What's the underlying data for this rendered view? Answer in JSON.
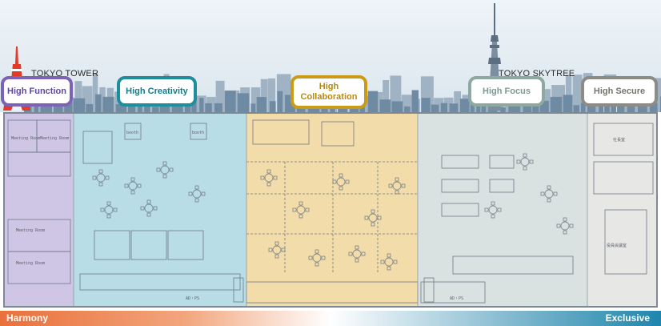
{
  "landmarks": {
    "tower": "TOKYO TOWER",
    "skytree": "TOKYO SKYTREE"
  },
  "zones": [
    {
      "id": "function",
      "label": "High Function",
      "color": "#7c63b8"
    },
    {
      "id": "creativity",
      "label": "High Creativity",
      "color": "#1f8e9c"
    },
    {
      "id": "collaboration",
      "label": "High Collaboration",
      "color": "#c99b17"
    },
    {
      "id": "focus",
      "label": "High Focus",
      "color": "#8ea99f"
    },
    {
      "id": "secure",
      "label": "High Secure",
      "color": "#8d8b86"
    }
  ],
  "spectrum": {
    "left": "Harmony",
    "right": "Exclusive",
    "left_color": "#e9703a",
    "right_color": "#1f86ad"
  },
  "rooms": {
    "function": [
      "Meeting Room",
      "Meeting Room",
      "Meeting Room",
      "Meeting Room"
    ],
    "secure": [
      "社長室",
      "役員会議室"
    ]
  },
  "shafts": [
    "AD・PS",
    "AD・PS"
  ],
  "booth": "booth"
}
